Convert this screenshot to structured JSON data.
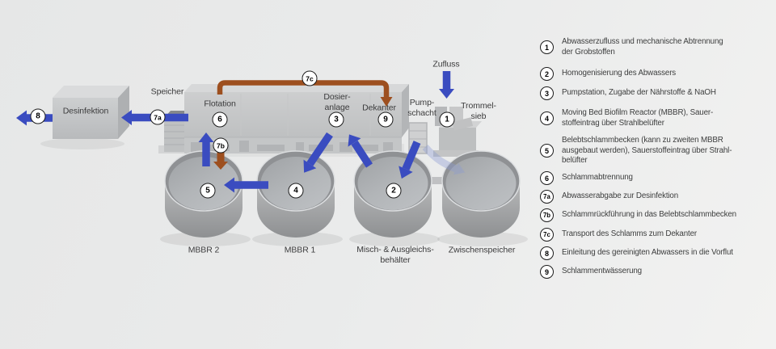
{
  "colors": {
    "arrow_blue": "#3a4cc0",
    "arrow_blue_faded": "#8b9bd2",
    "arrow_brown": "#9d4f1f",
    "background": "#eaebeb"
  },
  "plant": {
    "zufluss": "Zufluss",
    "speicher": "Speicher",
    "flotation": "Flotation",
    "dosieranlage": "Dosier-\nanlage",
    "dekanter": "Dekanter",
    "pumpschacht": "Pump-\nschacht",
    "trommelsieb": "Trommel-\nsieb",
    "desinfektion": "Desinfektion",
    "mbbr2": "MBBR 2",
    "mbbr1": "MBBR 1",
    "misch": "Misch- & Ausgleichs-\nbehälter",
    "zwischenspeicher": "Zwischenspeicher"
  },
  "legend": {
    "items": [
      {
        "num": "1",
        "text": "Abwasserzufluss und mechanische Abtrennung\nder Grobstoffen"
      },
      {
        "num": "2",
        "text": "Homogenisierung des Abwassers"
      },
      {
        "num": "3",
        "text": "Pumpstation, Zugabe der Nährstoffe & NaOH"
      },
      {
        "num": "4",
        "text": "Moving Bed Biofilm Reactor (MBBR), Sauer-\nstoffeintrag über Strahlbelüfter"
      },
      {
        "num": "5",
        "text": "Belebtschlammbecken (kann zu zweiten MBBR\nausgebaut werden), Sauerstoffeintrag über Strahl-\nbelüfter"
      },
      {
        "num": "6",
        "text": "Schlammabtrennung"
      },
      {
        "num": "7a",
        "text": "Abwasserabgabe zur Desinfektion"
      },
      {
        "num": "7b",
        "text": "Schlammrückführung in das Belebtschlammbecken"
      },
      {
        "num": "7c",
        "text": "Transport des Schlamms zum Dekanter"
      },
      {
        "num": "8",
        "text": "Einleitung des gereinigten Abwassers in die Vorflut"
      },
      {
        "num": "9",
        "text": "Schlammentwässerung"
      }
    ]
  }
}
